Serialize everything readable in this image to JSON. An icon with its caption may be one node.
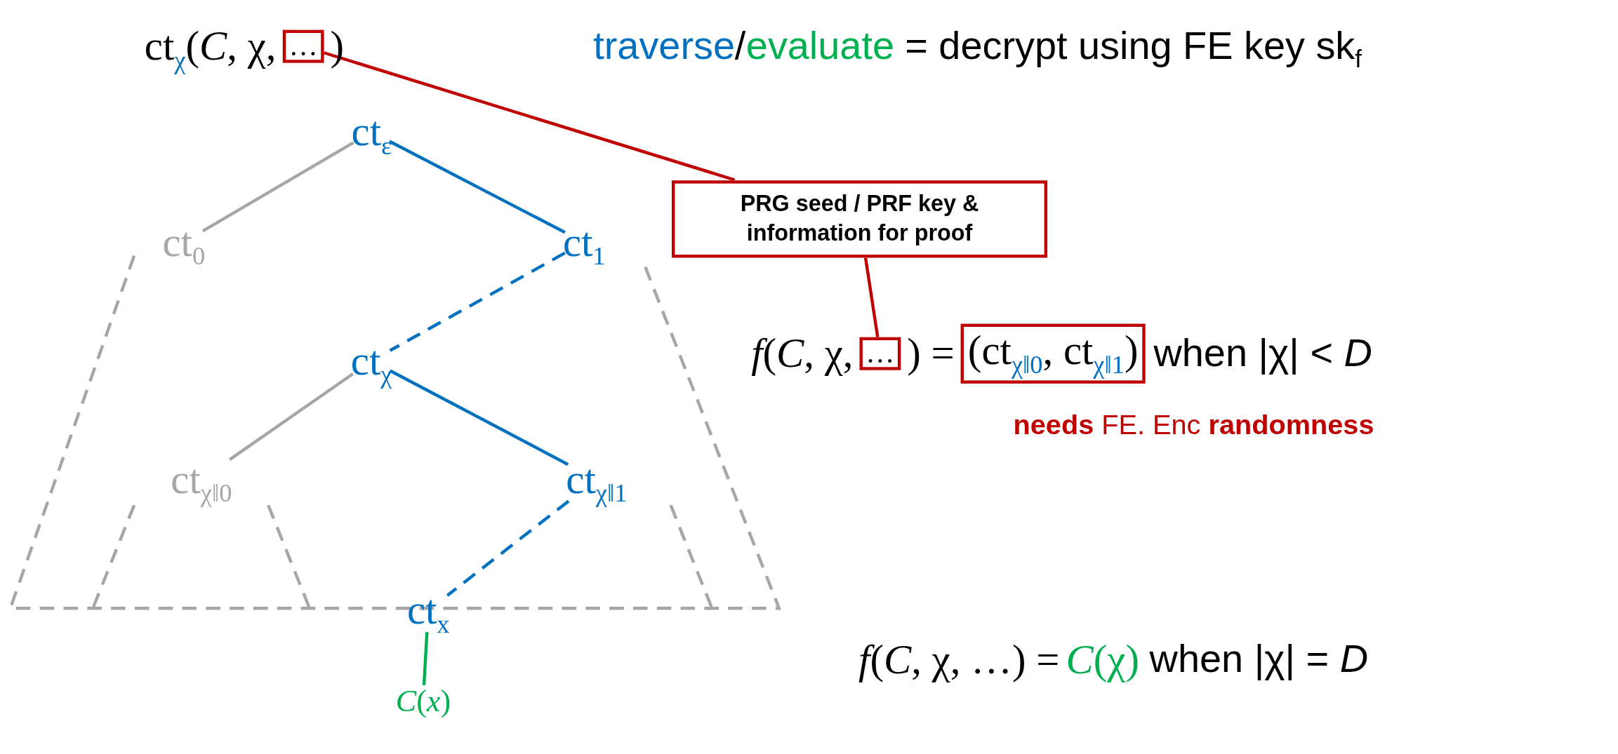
{
  "diagram": {
    "nodes": [
      {
        "text": [
          "…"
        ]
      },
      {
        "text": [
          "PRG seed / PRF key & information for proof"
        ]
      },
      {
        "text": [
          "ct$_{ε}$"
        ]
      },
      {
        "text": [
          "ct$_{0}$"
        ]
      },
      {
        "text": [
          "ct$_{1}$"
        ]
      },
      {
        "text": [
          "…"
        ]
      },
      {
        "text": [
          "(ct$_{χ‖0}$, ct$_{χ‖1}$)"
        ]
      },
      {
        "text": [
          "ct$_{χ}$"
        ]
      },
      {
        "text": [
          "ct$_{χ‖0}$"
        ]
      },
      {
        "text": [
          "ct$_{χ‖1}$"
        ]
      },
      {
        "text": [
          "ct$_{x}$"
        ]
      },
      {
        "text": [
          "*C*(*x*)"
        ]
      }
    ],
    "edges": [
      {
        "from": 1,
        "to": 0,
        "arrow": "none",
        "color": "#c00000"
      },
      {
        "from": 1,
        "to": 5,
        "arrow": "none",
        "color": "#c00000"
      },
      {
        "from": 2,
        "to": 3,
        "arrow": "none",
        "color": "#a6a6a6"
      },
      {
        "from": 2,
        "to": 4,
        "arrow": "none"
      },
      {
        "from": 4,
        "to": 7,
        "arrow": "none",
        "style": "dashed"
      },
      {
        "from": 7,
        "to": 8,
        "arrow": "none",
        "color": "#a6a6a6"
      },
      {
        "from": 7,
        "to": 9,
        "arrow": "none"
      },
      {
        "from": 9,
        "to": 10,
        "arrow": "none",
        "style": "dashed"
      },
      {
        "from": 10,
        "to": 11,
        "arrow": "none",
        "color": "#00b050"
      }
    ],
    "labels": [
      "ct$_{χ}$(*C*, χ,",
      ")",
      "traverse",
      "/",
      "evaluate",
      "= decrypt using FE key sk$_{f}$",
      "*f*(*C*, χ,",
      ") =",
      "when |χ| < *D*",
      "**needs** FE. Enc **randomness**",
      "*f*(*C*, χ, …) =",
      "*C*(χ)",
      "when |χ| = *D*"
    ]
  }
}
